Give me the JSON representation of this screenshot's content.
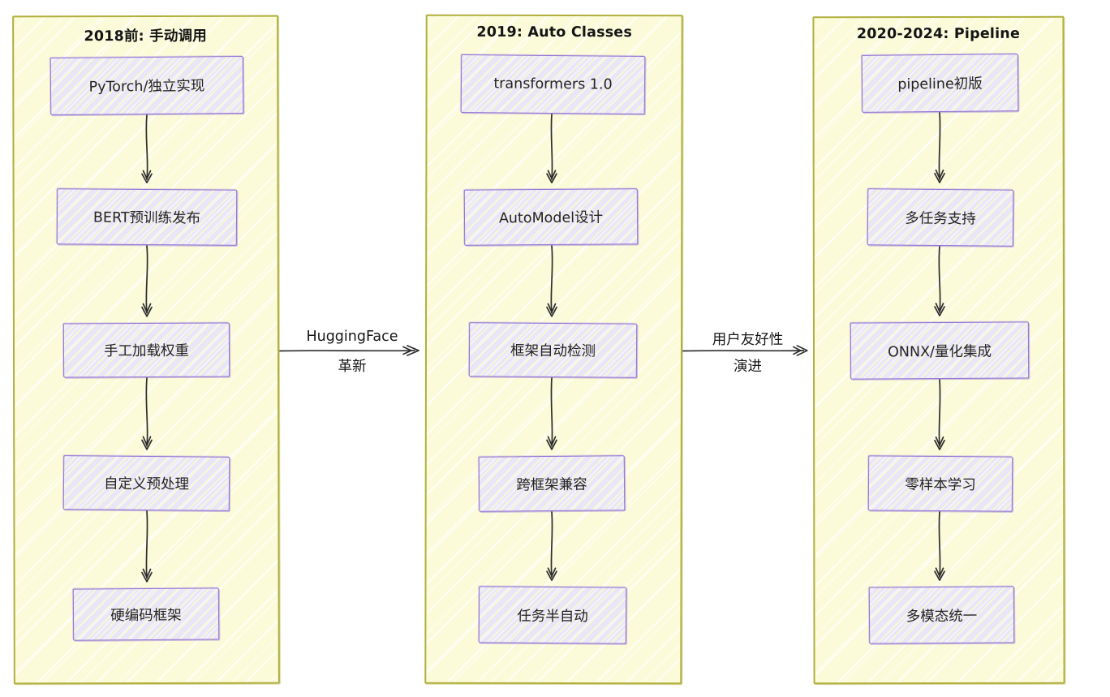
{
  "diagram": {
    "columns": [
      {
        "title": "2018前: 手动调用",
        "boxes": [
          "PyTorch/独立实现",
          "BERT预训练发布",
          "手工加载权重",
          "自定义预处理",
          "硬编码框架"
        ]
      },
      {
        "title": "2019: Auto Classes",
        "boxes": [
          "transformers 1.0",
          "AutoModel设计",
          "框架自动检测",
          "跨框架兼容",
          "任务半自动"
        ]
      },
      {
        "title": "2020-2024: Pipeline",
        "boxes": [
          "pipeline初版",
          "多任务支持",
          "ONNX/量化集成",
          "零样本学习",
          "多模态统一"
        ]
      }
    ],
    "transitions": [
      {
        "label_top": "HuggingFace",
        "label_bottom": "革新"
      },
      {
        "label_top": "用户友好性",
        "label_bottom": "演进"
      }
    ],
    "colors": {
      "panel_fill": "#fbfbda",
      "panel_border": "#b0af3d",
      "node_fill": "#e9e6f8",
      "node_border": "#9273d4",
      "arrow": "#2d2d2d",
      "text": "#232323",
      "background": "#ffffff"
    }
  }
}
